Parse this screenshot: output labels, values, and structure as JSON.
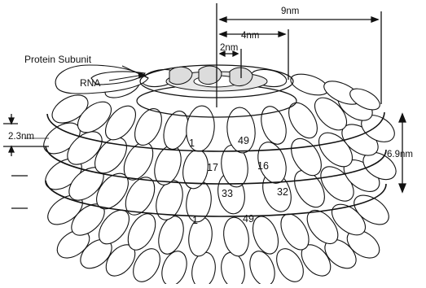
{
  "diagram": {
    "labels": {
      "protein_subunit": "Protein Subunit",
      "rna": "RNA"
    },
    "dimensions": {
      "outer_diameter": "9nm",
      "middle_diameter": "4nm",
      "inner_diameter": "2nm",
      "pitch": "2.3nm",
      "turn_height": "6.9nm"
    },
    "subunit_numbers": [
      "1",
      "49",
      "17",
      "16",
      "33",
      "32",
      "1",
      "49"
    ]
  }
}
